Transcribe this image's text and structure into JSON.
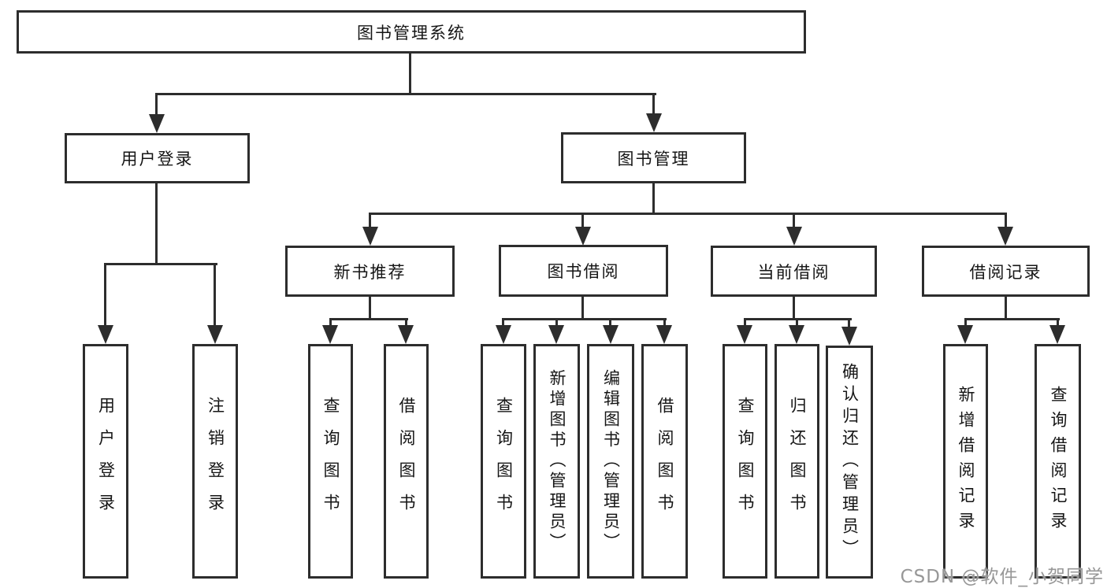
{
  "tree": {
    "label": "图书管理系统",
    "children": [
      {
        "label": "用户登录",
        "children": [
          {
            "label": "用户登录"
          },
          {
            "label": "注销登录"
          }
        ]
      },
      {
        "label": "图书管理",
        "children": [
          {
            "label": "新书推荐",
            "children": [
              {
                "label": "查询图书"
              },
              {
                "label": "借阅图书"
              }
            ]
          },
          {
            "label": "图书借阅",
            "children": [
              {
                "label": "查询图书"
              },
              {
                "label": "新增图书（管理员）"
              },
              {
                "label": "编辑图书（管理员）"
              },
              {
                "label": "借阅图书"
              }
            ]
          },
          {
            "label": "当前借阅",
            "children": [
              {
                "label": "查询图书"
              },
              {
                "label": "归还图书"
              },
              {
                "label": "确认归还（管理员）"
              }
            ]
          },
          {
            "label": "借阅记录",
            "children": [
              {
                "label": "新增借阅记录"
              },
              {
                "label": "查询借阅记录"
              }
            ]
          }
        ]
      }
    ]
  },
  "watermark": {
    "text": "CSDN @软件_小贺同学"
  },
  "colors": {
    "line": "#2d2d2d",
    "text": "#151515",
    "background": "#ffffff",
    "watermark": "#979797"
  }
}
